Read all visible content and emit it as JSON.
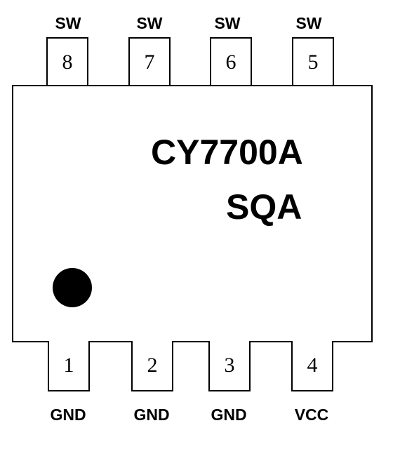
{
  "chip": {
    "part_number": "CY7700A",
    "package_code": "SQA"
  },
  "top_pins": [
    {
      "number": "8",
      "name": "SW"
    },
    {
      "number": "7",
      "name": "SW"
    },
    {
      "number": "6",
      "name": "SW"
    },
    {
      "number": "5",
      "name": "SW"
    }
  ],
  "bottom_pins": [
    {
      "number": "1",
      "name": "GND"
    },
    {
      "number": "2",
      "name": "GND"
    },
    {
      "number": "3",
      "name": "GND"
    },
    {
      "number": "4",
      "name": "VCC"
    }
  ],
  "colors": {
    "outline": "#000000",
    "background": "#ffffff"
  }
}
